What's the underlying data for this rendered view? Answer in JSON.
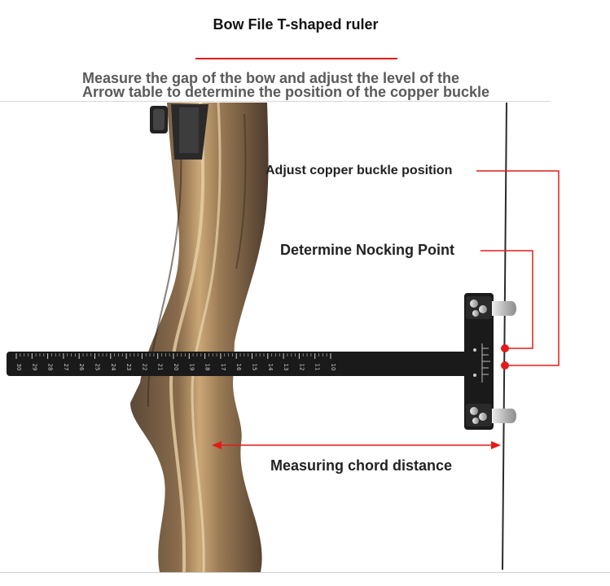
{
  "header": {
    "title": "Bow File T-shaped ruler",
    "subtitle_line1": "Measure the gap of the bow and adjust the level of the",
    "subtitle_line2": "Arrow table to determine the position of the copper buckle"
  },
  "callouts": {
    "copper_buckle": "Adjust copper buckle position",
    "nocking_point": "Determine Nocking Point",
    "chord_distance": "Measuring chord distance"
  },
  "ruler": {
    "tick_labels": [
      "30",
      "29",
      "28",
      "27",
      "26",
      "25",
      "24",
      "23",
      "22",
      "21",
      "20",
      "19",
      "18",
      "17",
      "16",
      "15",
      "14",
      "13",
      "12",
      "11",
      "10"
    ]
  },
  "colors": {
    "accent": "#e31b1b",
    "ruler": "#1a1a1a",
    "string": "#2b2b2b",
    "wood_dark": "#5a4636",
    "wood_light": "#c9a87a"
  }
}
